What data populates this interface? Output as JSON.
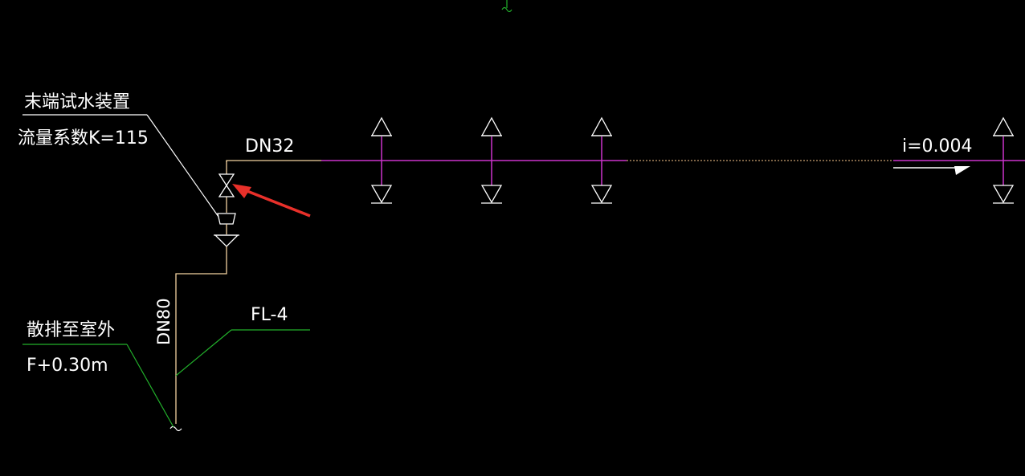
{
  "drawing": {
    "labels": {
      "terminal_device": "末端试水装置",
      "flow_coefficient": "流量系数K=115",
      "pipe_dn32": "DN32",
      "slope": "i=0.004",
      "discharge": "散排至室外",
      "elevation": "F+0.30m",
      "pipe_dn80": "DN80",
      "riser_id": "FL-4"
    },
    "sprinkler_count": 4,
    "colors": {
      "background": "#000000",
      "text": "#ffffff",
      "main_pipe": "#cc33cc",
      "branch_pipe": "#f3d2a0",
      "leader_white": "#ffffff",
      "leader_green": "#22b02b",
      "annotation_arrow": "#e8302a"
    },
    "icons": [
      "sprinkler-head-icon",
      "valve-icon",
      "drain-cup-icon",
      "pipe-break-icon",
      "slope-arrow-icon"
    ]
  }
}
